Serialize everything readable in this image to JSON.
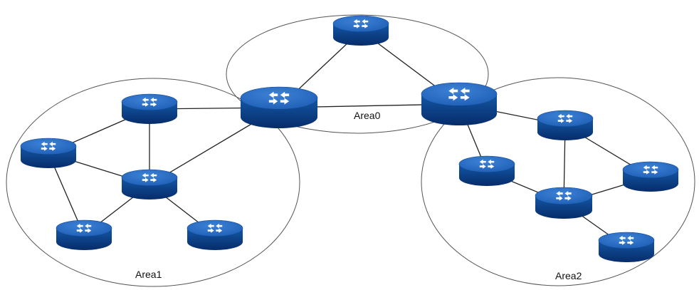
{
  "areas": [
    {
      "id": "area0",
      "label": "Area0"
    },
    {
      "id": "area1",
      "label": "Area1"
    },
    {
      "id": "area2",
      "label": "Area2"
    }
  ],
  "routers": [
    {
      "id": "r0-top",
      "role": "internal",
      "area": "area0"
    },
    {
      "id": "abr-left",
      "role": "border",
      "areas": [
        "area0",
        "area1"
      ]
    },
    {
      "id": "abr-right",
      "role": "border",
      "areas": [
        "area0",
        "area2"
      ]
    },
    {
      "id": "r1-top",
      "role": "internal",
      "area": "area1"
    },
    {
      "id": "r1-left",
      "role": "internal",
      "area": "area1"
    },
    {
      "id": "r1-center",
      "role": "internal",
      "area": "area1"
    },
    {
      "id": "r1-bottom-left",
      "role": "internal",
      "area": "area1"
    },
    {
      "id": "r1-bottom-right",
      "role": "internal",
      "area": "area1"
    },
    {
      "id": "r2-left",
      "role": "internal",
      "area": "area2"
    },
    {
      "id": "r2-top",
      "role": "internal",
      "area": "area2"
    },
    {
      "id": "r2-right",
      "role": "internal",
      "area": "area2"
    },
    {
      "id": "r2-center",
      "role": "internal",
      "area": "area2"
    },
    {
      "id": "r2-bottom",
      "role": "internal",
      "area": "area2"
    }
  ],
  "links": [
    [
      "r0-top",
      "abr-left"
    ],
    [
      "r0-top",
      "abr-right"
    ],
    [
      "abr-left",
      "abr-right"
    ],
    [
      "abr-left",
      "r1-top"
    ],
    [
      "abr-left",
      "r1-center"
    ],
    [
      "r1-top",
      "r1-left"
    ],
    [
      "r1-top",
      "r1-center"
    ],
    [
      "r1-left",
      "r1-center"
    ],
    [
      "r1-left",
      "r1-bottom-left"
    ],
    [
      "r1-center",
      "r1-bottom-left"
    ],
    [
      "r1-center",
      "r1-bottom-right"
    ],
    [
      "abr-right",
      "r2-left"
    ],
    [
      "abr-right",
      "r2-top"
    ],
    [
      "r2-top",
      "r2-right"
    ],
    [
      "r2-top",
      "r2-center"
    ],
    [
      "r2-left",
      "r2-center"
    ],
    [
      "r2-right",
      "r2-center"
    ],
    [
      "r2-center",
      "r2-bottom"
    ]
  ],
  "colors": {
    "router_top": "#2a6cc4",
    "router_side_top": "#1457a5",
    "router_side_bottom": "#062c6a",
    "router_arrows": "#ffffff",
    "link": "#222222",
    "boundary": "#555555"
  },
  "icon": "router-icon"
}
